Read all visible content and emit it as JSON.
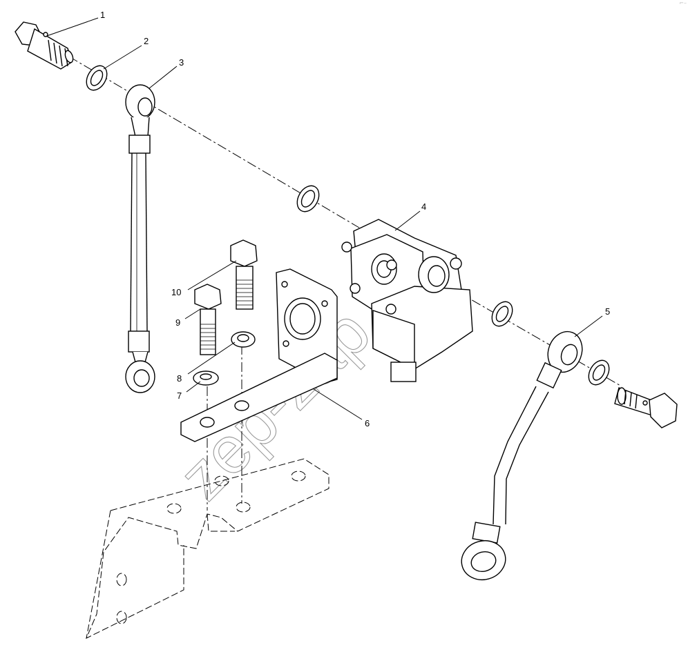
{
  "callouts": [
    {
      "id": "1",
      "label": "1"
    },
    {
      "id": "2",
      "label": "2"
    },
    {
      "id": "3",
      "label": "3"
    },
    {
      "id": "4",
      "label": "4"
    },
    {
      "id": "5",
      "label": "5"
    },
    {
      "id": "6",
      "label": "6"
    },
    {
      "id": "7",
      "label": "7"
    },
    {
      "id": "8",
      "label": "8"
    },
    {
      "id": "9",
      "label": "9"
    },
    {
      "id": "10",
      "label": "10"
    }
  ],
  "watermark": {
    "text": "zep-zap.ru"
  },
  "corner_mark": {
    "text": "⌐–"
  },
  "colors": {
    "line": "#000000",
    "watermark": "#9a9a9a",
    "background": "#ffffff"
  }
}
